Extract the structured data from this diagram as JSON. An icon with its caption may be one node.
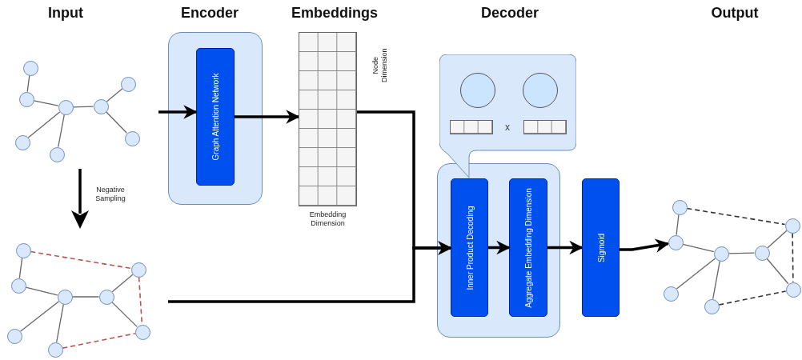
{
  "diagram": {
    "nodes": [
      {
        "text": [],
        "shape": "circle"
      },
      {
        "text": [],
        "shape": "circle"
      },
      {
        "text": [],
        "shape": "circle"
      },
      {
        "text": [],
        "shape": "circle"
      },
      {
        "text": [],
        "shape": "circle"
      },
      {
        "text": [],
        "shape": "circle"
      },
      {
        "text": [],
        "shape": "circle"
      },
      {
        "text": [],
        "shape": "circle"
      },
      {
        "text": [],
        "shape": "circle"
      },
      {
        "text": [],
        "shape": "circle"
      },
      {
        "text": [],
        "shape": "circle"
      },
      {
        "text": [],
        "shape": "circle"
      },
      {
        "text": [],
        "shape": "circle"
      },
      {
        "text": [],
        "shape": "circle"
      },
      {
        "text": [],
        "shape": "circle"
      },
      {
        "text": [],
        "shape": "circle"
      },
      {
        "text": [],
        "shape": "box"
      },
      {
        "text": [
          "Graph Attention Network"
        ],
        "in": 16
      },
      {
        "text": [],
        "shape": "grid",
        "beside": [
          "Node Dimension",
          "Embedding Dimension"
        ]
      },
      {
        "text": [
          "x"
        ]
      },
      {
        "text": [],
        "shape": "circle",
        "in": 19
      },
      {
        "text": [],
        "shape": "circle",
        "in": 19
      },
      {
        "text": [],
        "shape": "grid",
        "in": 19
      },
      {
        "text": [],
        "shape": "grid",
        "in": 19
      },
      {
        "text": [],
        "shape": "box"
      },
      {
        "text": [
          "Inner Product Decoding"
        ],
        "in": 24
      },
      {
        "text": [
          "Aggregate Embedding Dimension"
        ],
        "in": 24
      },
      {
        "text": [
          "Sigmoid"
        ]
      },
      {
        "text": [],
        "shape": "circle"
      },
      {
        "text": [],
        "shape": "circle"
      },
      {
        "text": [],
        "shape": "circle"
      },
      {
        "text": [],
        "shape": "circle"
      },
      {
        "text": [],
        "shape": "circle"
      },
      {
        "text": [],
        "shape": "circle"
      },
      {
        "text": [],
        "shape": "circle"
      },
      {
        "text": [],
        "shape": "circle"
      }
    ],
    "edges": [
      {
        "from": 0,
        "to": 1,
        "arrow": "none"
      },
      {
        "from": 1,
        "to": 2,
        "arrow": "none"
      },
      {
        "from": 2,
        "to": 3,
        "arrow": "none"
      },
      {
        "from": 3,
        "to": 4,
        "arrow": "none"
      },
      {
        "from": 3,
        "to": 5,
        "arrow": "none"
      },
      {
        "from": 2,
        "to": 6,
        "arrow": "none"
      },
      {
        "from": 2,
        "to": 7,
        "arrow": "none"
      },
      {
        "from": 8,
        "to": 9,
        "arrow": "none"
      },
      {
        "from": 9,
        "to": 10,
        "arrow": "none"
      },
      {
        "from": 10,
        "to": 11,
        "arrow": "none"
      },
      {
        "from": 11,
        "to": 12,
        "arrow": "none"
      },
      {
        "from": 11,
        "to": 13,
        "arrow": "none"
      },
      {
        "from": 10,
        "to": 14,
        "arrow": "none"
      },
      {
        "from": 10,
        "to": 15,
        "arrow": "none"
      },
      {
        "from": 8,
        "to": 12,
        "arrow": "none",
        "style": "dashed",
        "color": "#b85450"
      },
      {
        "from": 12,
        "to": 13,
        "arrow": "none",
        "style": "dashed",
        "color": "#b85450"
      },
      {
        "from": 15,
        "to": 13,
        "arrow": "none",
        "style": "dashed",
        "color": "#b85450"
      },
      {
        "from": 28,
        "to": 29,
        "arrow": "none"
      },
      {
        "from": 29,
        "to": 30,
        "arrow": "none"
      },
      {
        "from": 30,
        "to": 31,
        "arrow": "none"
      },
      {
        "from": 31,
        "to": 32,
        "arrow": "none"
      },
      {
        "from": 31,
        "to": 33,
        "arrow": "none"
      },
      {
        "from": 30,
        "to": 34,
        "arrow": "none"
      },
      {
        "from": 30,
        "to": 35,
        "arrow": "none"
      },
      {
        "from": 28,
        "to": 32,
        "arrow": "none",
        "style": "dashed",
        "color": "#333333"
      },
      {
        "from": 32,
        "to": 33,
        "arrow": "none",
        "style": "dashed",
        "color": "#333333"
      },
      {
        "from": 35,
        "to": 33,
        "arrow": "none",
        "style": "dashed",
        "color": "#333333"
      },
      {
        "from": null,
        "to": 17,
        "arrow": "to",
        "style": "thick",
        "color": "#000000"
      },
      {
        "from": 17,
        "to": 18,
        "arrow": "to",
        "style": "thick",
        "color": "#000000"
      },
      {
        "from": 18,
        "to": 25,
        "arrow": "to",
        "style": "thick",
        "color": "#000000"
      },
      {
        "from": null,
        "to": 25,
        "arrow": "to",
        "style": "thick",
        "color": "#000000"
      },
      {
        "from": 25,
        "to": 26,
        "arrow": "to",
        "style": "thick",
        "color": "#000000"
      },
      {
        "from": 26,
        "to": 27,
        "arrow": "to",
        "style": "thick",
        "color": "#000000"
      },
      {
        "from": 27,
        "to": 29,
        "arrow": "to",
        "style": "thick",
        "color": "#000000"
      }
    ],
    "labels": [
      "Input",
      "Encoder",
      "Embeddings",
      "Decoder",
      "Output",
      "Negative Sampling"
    ]
  }
}
